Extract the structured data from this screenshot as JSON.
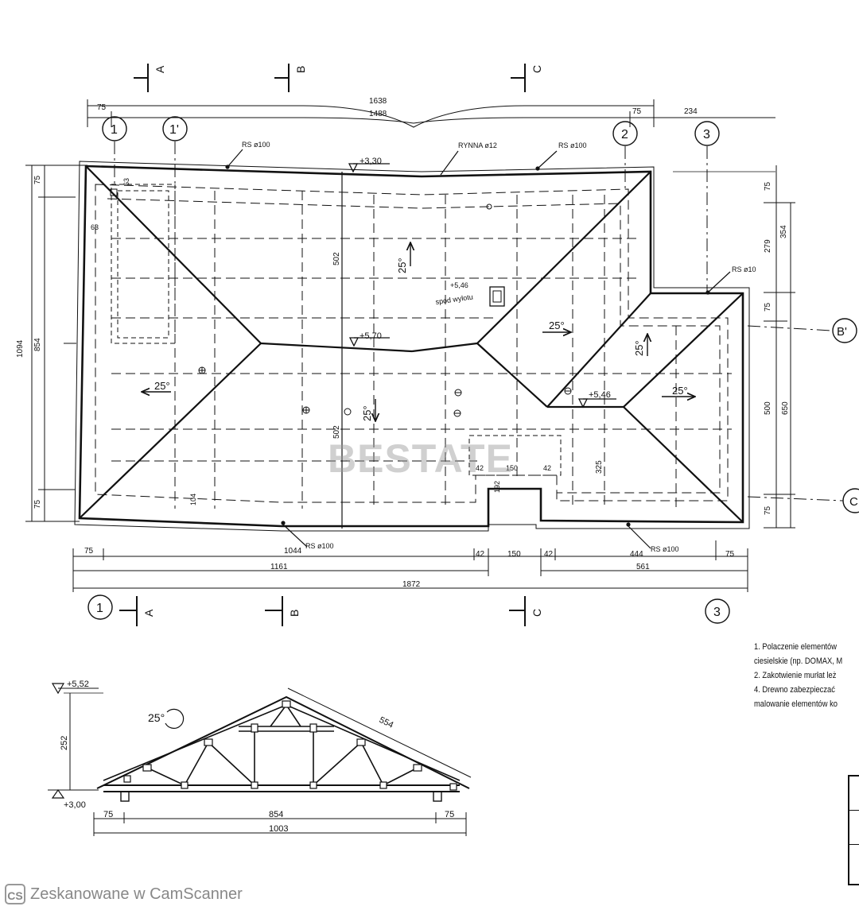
{
  "plan": {
    "section_marks": [
      "A",
      "B",
      "C"
    ],
    "axes_top": [
      "1",
      "1'",
      "2",
      "3"
    ],
    "axes_bottom": [
      "1",
      "3"
    ],
    "axes_right": [
      "B'",
      "C"
    ],
    "dims_top": {
      "overall": "1638",
      "main": "1488",
      "overhang_left": "75",
      "overhang_right": "75",
      "right_part": "234"
    },
    "dims_left": {
      "overall": "1094",
      "inner": "854",
      "top_overhang": "75",
      "bottom_overhang": "75"
    },
    "dims_right": {
      "top_overhang": "75",
      "d279": "279",
      "d354": "354",
      "d75": "75",
      "d500": "500",
      "d650": "650",
      "bottom_overhang": "75"
    },
    "dims_bottom": {
      "overhang_left": "75",
      "d1044": "1044",
      "d42a": "42",
      "d150": "150",
      "d42b": "42",
      "d444": "444",
      "overhang_right": "75",
      "left_total": "1161",
      "right_total": "561",
      "overall": "1872"
    },
    "labels": {
      "rs_top_left": "RS ø100",
      "rs_top_right": "RS ø100",
      "rynna": "RYNNA ø12",
      "rs_right": "RS ø10",
      "rs_bottom_left": "RS ø100",
      "rs_bottom_right": "RS ø100",
      "level_eaves": "+3,30",
      "level_ridge": "+5,70",
      "level_546a": "+5,46",
      "level_546b": "+5,46",
      "spod_wylotu": "spod wylotu",
      "dim_63a": "63",
      "dim_63b": "63",
      "dim_502a": "502",
      "dim_502b": "502",
      "dim_325": "325",
      "dim_192": "192",
      "dim_104": "104",
      "dim_42_in_a": "42",
      "dim_42_in_b": "42",
      "dim_150_in": "150",
      "slope": "25°"
    }
  },
  "section": {
    "level_top": "+5,52",
    "level_bottom": "+3,00",
    "height": "252",
    "rafter": "554",
    "slope": "25°",
    "overhang_left": "75",
    "span": "854",
    "overhang_right": "75",
    "total": "1003"
  },
  "notes": [
    "1.    Polaczenie elementów",
    "ciesielskie (np. DOMAX, M",
    "2.    Zakotwienie murłat leż",
    "4.    Drewno zabezpieczać",
    "malowanie elementów ko"
  ],
  "watermark": "BESTATE",
  "footer": "Zeskanowane w CamScanner"
}
